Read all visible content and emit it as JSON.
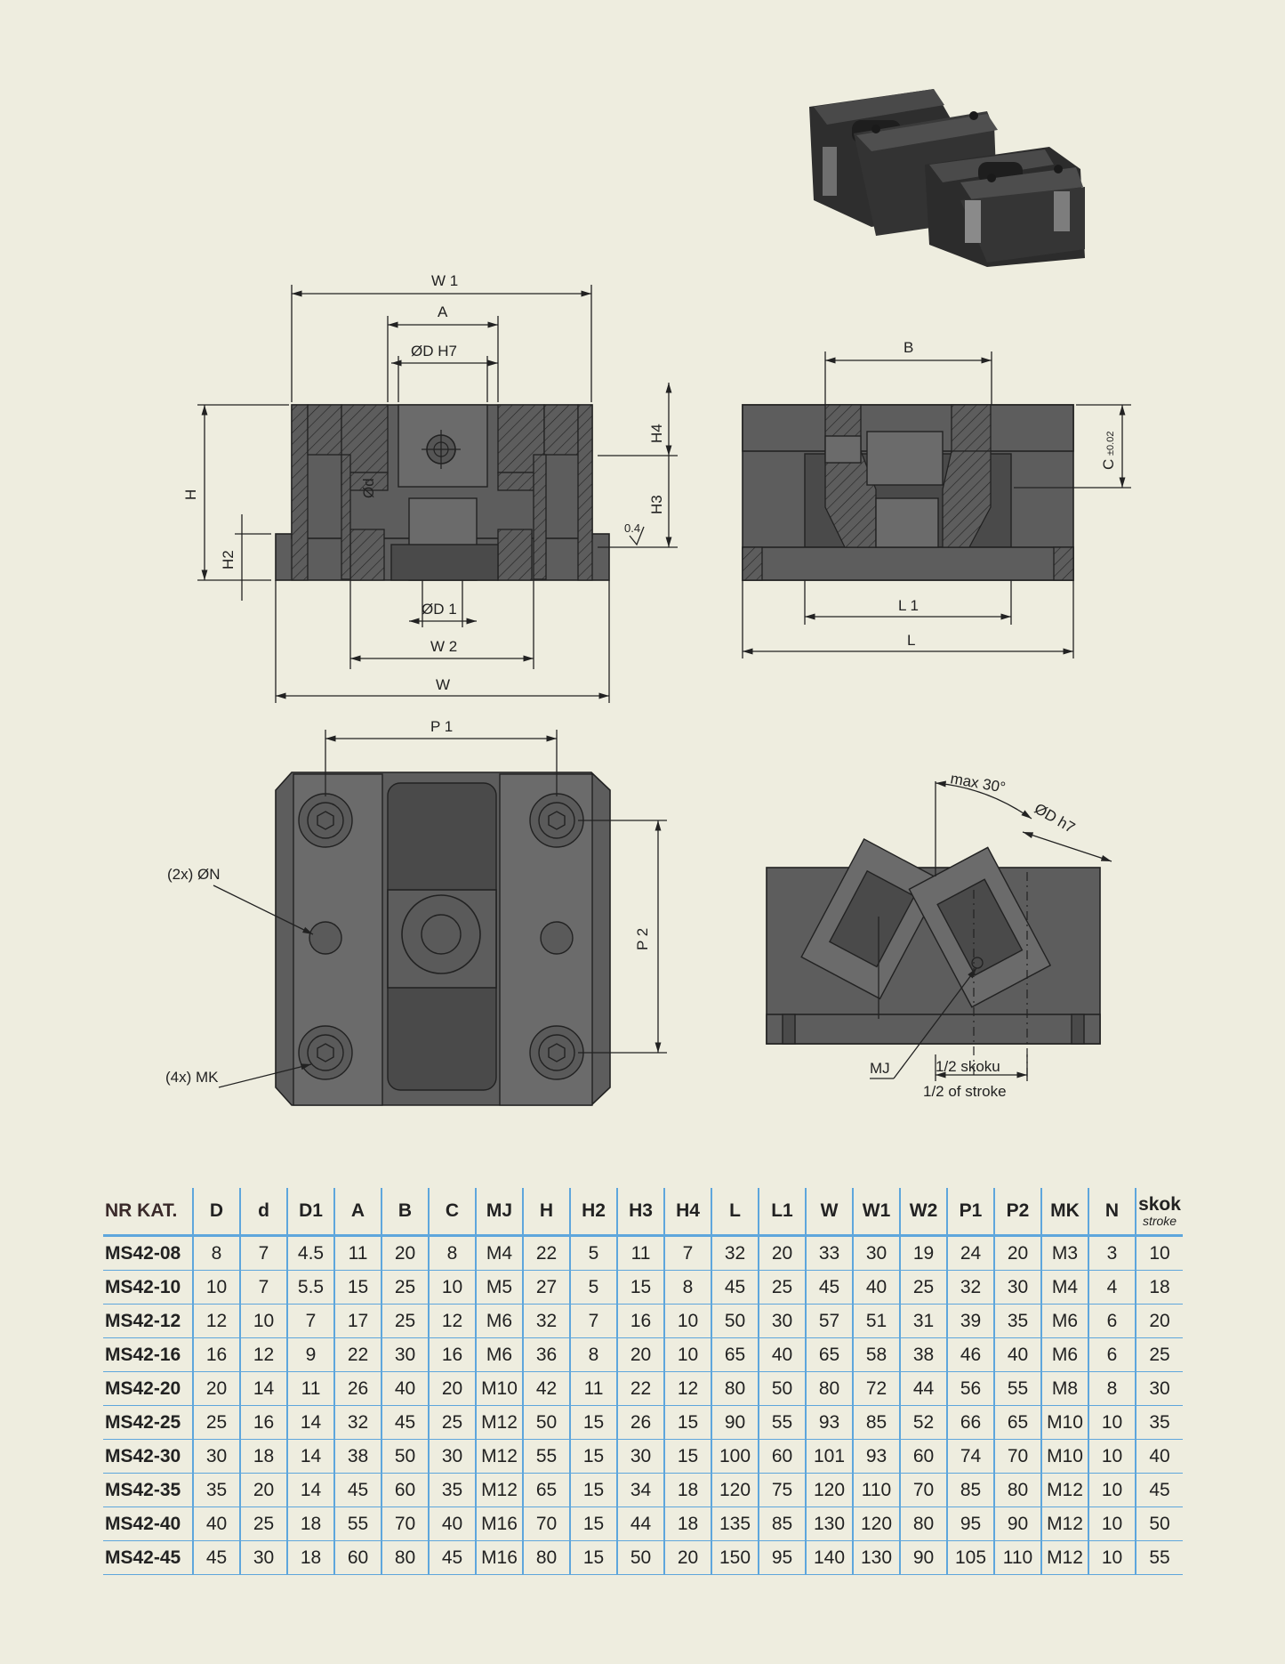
{
  "drawing": {
    "front_view": {
      "W1": "W 1",
      "A": "A",
      "DH7": "D H7",
      "H": "H",
      "H2": "H2",
      "H3": "H3",
      "H4": "H4",
      "d": "d",
      "D1": "D 1",
      "W2": "W 2",
      "W": "W",
      "surface": "0.4"
    },
    "side_view": {
      "B": "B",
      "C": "C",
      "C_tol": "±0.02",
      "L1": "L 1",
      "L": "L"
    },
    "top_view": {
      "P1": "P 1",
      "P2": "P 2",
      "N": "(2x) ØN",
      "MK": "(4x) MK"
    },
    "swivel_view": {
      "angle": "max 30°",
      "Dh7": "D h7",
      "MJ": "MJ",
      "stroke_pl": "1/2 skoku",
      "stroke_en": "1/2 of stroke"
    }
  },
  "table": {
    "headers": [
      "NR KAT.",
      "D",
      "d",
      "D1",
      "A",
      "B",
      "C",
      "MJ",
      "H",
      "H2",
      "H3",
      "H4",
      "L",
      "L1",
      "W",
      "W1",
      "W2",
      "P1",
      "P2",
      "MK",
      "N"
    ],
    "last_header": {
      "main": "skok",
      "sub": "stroke"
    },
    "rows": [
      [
        "MS42-08",
        "8",
        "7",
        "4.5",
        "11",
        "20",
        "8",
        "M4",
        "22",
        "5",
        "11",
        "7",
        "32",
        "20",
        "33",
        "30",
        "19",
        "24",
        "20",
        "M3",
        "3",
        "10"
      ],
      [
        "MS42-10",
        "10",
        "7",
        "5.5",
        "15",
        "25",
        "10",
        "M5",
        "27",
        "5",
        "15",
        "8",
        "45",
        "25",
        "45",
        "40",
        "25",
        "32",
        "30",
        "M4",
        "4",
        "18"
      ],
      [
        "MS42-12",
        "12",
        "10",
        "7",
        "17",
        "25",
        "12",
        "M6",
        "32",
        "7",
        "16",
        "10",
        "50",
        "30",
        "57",
        "51",
        "31",
        "39",
        "35",
        "M6",
        "6",
        "20"
      ],
      [
        "MS42-16",
        "16",
        "12",
        "9",
        "22",
        "30",
        "16",
        "M6",
        "36",
        "8",
        "20",
        "10",
        "65",
        "40",
        "65",
        "58",
        "38",
        "46",
        "40",
        "M6",
        "6",
        "25"
      ],
      [
        "MS42-20",
        "20",
        "14",
        "11",
        "26",
        "40",
        "20",
        "M10",
        "42",
        "11",
        "22",
        "12",
        "80",
        "50",
        "80",
        "72",
        "44",
        "56",
        "55",
        "M8",
        "8",
        "30"
      ],
      [
        "MS42-25",
        "25",
        "16",
        "14",
        "32",
        "45",
        "25",
        "M12",
        "50",
        "15",
        "26",
        "15",
        "90",
        "55",
        "93",
        "85",
        "52",
        "66",
        "65",
        "M10",
        "10",
        "35"
      ],
      [
        "MS42-30",
        "30",
        "18",
        "14",
        "38",
        "50",
        "30",
        "M12",
        "55",
        "15",
        "30",
        "15",
        "100",
        "60",
        "101",
        "93",
        "60",
        "74",
        "70",
        "M10",
        "10",
        "40"
      ],
      [
        "MS42-35",
        "35",
        "20",
        "14",
        "45",
        "60",
        "35",
        "M12",
        "65",
        "15",
        "34",
        "18",
        "120",
        "75",
        "120",
        "110",
        "70",
        "85",
        "80",
        "M12",
        "10",
        "45"
      ],
      [
        "MS42-40",
        "40",
        "25",
        "18",
        "55",
        "70",
        "40",
        "M16",
        "70",
        "15",
        "44",
        "18",
        "135",
        "85",
        "130",
        "120",
        "80",
        "95",
        "90",
        "M12",
        "10",
        "50"
      ],
      [
        "MS42-45",
        "45",
        "30",
        "18",
        "60",
        "80",
        "45",
        "M16",
        "80",
        "15",
        "50",
        "20",
        "150",
        "95",
        "140",
        "130",
        "90",
        "105",
        "110",
        "M12",
        "10",
        "55"
      ]
    ]
  }
}
